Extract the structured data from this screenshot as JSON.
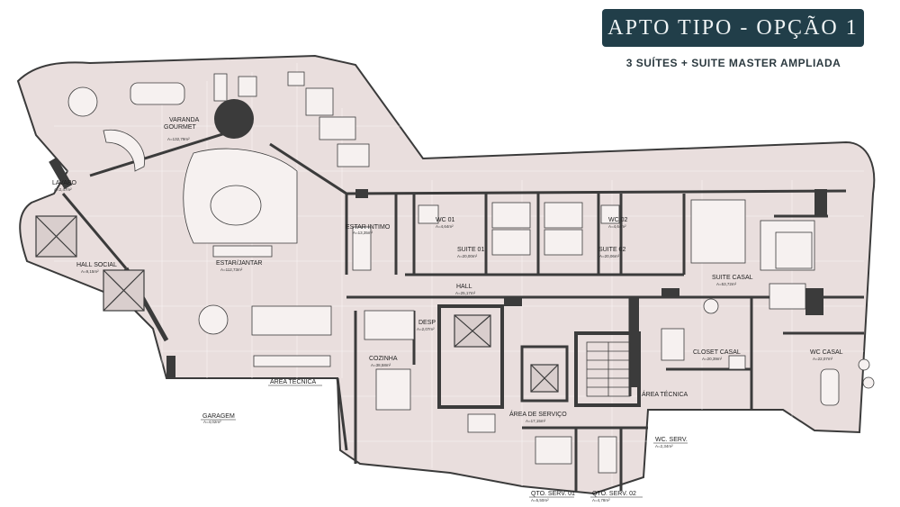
{
  "header": {
    "title": "APTO  TIPO - OPÇÃO 1",
    "subtitle": "3 SUÍTES + SUITE MASTER AMPLIADA"
  },
  "colors": {
    "floor": "#e9dedd",
    "wall": "#3b3b3b",
    "header_bg": "#213e49",
    "header_text": "#eef3f4"
  },
  "rooms": [
    {
      "id": "varanda",
      "name": "VARANDA\nGOURMET",
      "area": "A=132,79m²"
    },
    {
      "id": "lavabo",
      "name": "LAVABO",
      "area": "A=2,47m²"
    },
    {
      "id": "hall-social",
      "name": "HALL SOCIAL",
      "area": "A=9,15m²"
    },
    {
      "id": "estar-jantar",
      "name": "ESTAR/JANTAR",
      "area": "A=112,73m²"
    },
    {
      "id": "estar-intimo",
      "name": "ESTAR INTIMO",
      "area": "A=13,35m²"
    },
    {
      "id": "wc01",
      "name": "WC 01",
      "area": "A=4,64m²"
    },
    {
      "id": "suite01",
      "name": "SUITE 01",
      "area": "A=20,00m²"
    },
    {
      "id": "wc02",
      "name": "WC 02",
      "area": "A=4,64m²"
    },
    {
      "id": "suite02",
      "name": "SUITE 02",
      "area": "A=20,06m²"
    },
    {
      "id": "suite-casal",
      "name": "SUITE CASAL",
      "area": "A=53,72m²"
    },
    {
      "id": "hall",
      "name": "HALL",
      "area": "A=25,17m²"
    },
    {
      "id": "desp",
      "name": "DESP",
      "area": "A=2,07m²"
    },
    {
      "id": "cozinha",
      "name": "COZINHA",
      "area": "A=38,58m²"
    },
    {
      "id": "closet-casal",
      "name": "CLOSET CASAL",
      "area": "A=20,39m²"
    },
    {
      "id": "wc-casal",
      "name": "WC CASAL",
      "area": "A=22,07m²"
    },
    {
      "id": "area-tecnica-1",
      "name": "ÁREA TÉCNICA",
      "area": ""
    },
    {
      "id": "area-tecnica-2",
      "name": "ÁREA TÉCNICA",
      "area": ""
    },
    {
      "id": "garagem",
      "name": "GARAGEM",
      "area": "A=4,02m²"
    },
    {
      "id": "area-servico",
      "name": "ÁREA DE SERVIÇO",
      "area": "A=17,15m²"
    },
    {
      "id": "wc-serv",
      "name": "WC. SERV.",
      "area": "A=2,34m²"
    },
    {
      "id": "qto-serv-01",
      "name": "QTO. SERV. 01",
      "area": "A=5,50m²"
    },
    {
      "id": "qto-serv-02",
      "name": "QTO. SERV. 02",
      "area": "A=4,78m²"
    }
  ]
}
